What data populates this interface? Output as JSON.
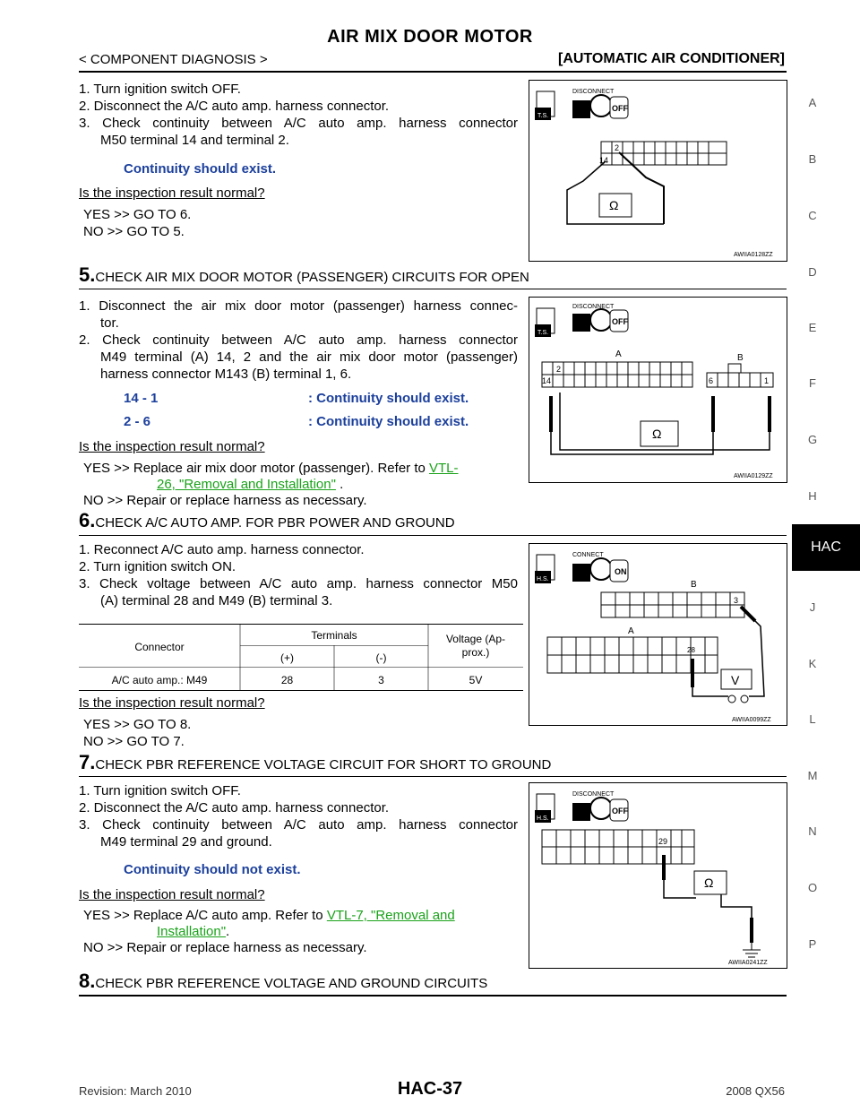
{
  "header": {
    "title": "AIR MIX DOOR MOTOR",
    "left": "< COMPONENT DIAGNOSIS >",
    "right": "[AUTOMATIC AIR CONDITIONER]"
  },
  "side_index": [
    "A",
    "B",
    "C",
    "D",
    "E",
    "F",
    "G",
    "H",
    "HAC",
    "J",
    "K",
    "L",
    "M",
    "N",
    "O",
    "P"
  ],
  "block1": {
    "steps": [
      "1. Turn ignition switch OFF.",
      "2. Disconnect the A/C auto amp. harness connector.",
      "3. Check continuity between A/C auto amp. harness connector",
      "M50 terminal 14 and terminal 2."
    ],
    "spec": "Continuity should exist.",
    "question": "Is the inspection result normal?",
    "yes": "YES   >> GO TO 6.",
    "no": "NO    >> GO TO 5.",
    "fig": {
      "switch": "OFF",
      "header": "DISCONNECT",
      "label_ts": "T.S.",
      "p1": "2",
      "p2": "14",
      "meter": "Ω",
      "caption": "AWIIA0128ZZ"
    }
  },
  "step5": {
    "num": "5.",
    "title": "CHECK AIR MIX DOOR MOTOR (PASSENGER) CIRCUITS FOR OPEN",
    "steps": [
      "1. Disconnect the air mix door motor (passenger) harness connec-",
      "tor.",
      "2. Check continuity between A/C auto amp. harness connector",
      "M49 terminal (A) 14, 2 and the air mix door motor (passenger)",
      "harness connector M143 (B) terminal 1, 6."
    ],
    "spec_rows": [
      {
        "pins": "14 - 1",
        "value": ": Continuity should exist."
      },
      {
        "pins": "2 - 6",
        "value": ": Continuity should exist."
      }
    ],
    "question": "Is the inspection result normal?",
    "yes_pre": "YES   >> Replace air mix door motor (passenger). Refer to ",
    "yes_link1": "VTL-",
    "yes_link2": "26, \"Removal and Installation\"",
    "yes_post": " .",
    "no": "NO    >> Repair or replace harness as necessary.",
    "fig": {
      "switch": "OFF",
      "header": "DISCONNECT",
      "label_ts": "T.S.",
      "conn_a": "A",
      "conn_b": "B",
      "pa1": "2",
      "pa2": "14",
      "pb1": "6",
      "pb2": "1",
      "meter": "Ω",
      "caption": "AWIIA0129ZZ"
    }
  },
  "step6": {
    "num": "6.",
    "title": "CHECK A/C AUTO AMP. FOR PBR POWER AND GROUND",
    "steps": [
      "1. Reconnect A/C auto amp. harness connector.",
      "2. Turn ignition switch ON.",
      "3. Check voltage between A/C auto amp. harness connector M50",
      "(A) terminal 28 and M49 (B) terminal 3."
    ],
    "table": {
      "col_connector": "Connector",
      "col_terminals": "Terminals",
      "col_plus": "(+)",
      "col_minus": "(-)",
      "col_voltage": "Voltage (Ap-\nprox.)",
      "row": {
        "connector": "A/C auto amp.: M49",
        "plus": "28",
        "minus": "3",
        "voltage": "5V"
      }
    },
    "question": "Is the inspection result normal?",
    "yes": "YES   >> GO TO 8.",
    "no": "NO    >> GO TO 7.",
    "fig": {
      "switch": "ON",
      "header": "CONNECT",
      "label_hs": "H.S.",
      "conn_a": "A",
      "conn_b": "B",
      "pb": "3",
      "pa": "28",
      "meter": "V",
      "caption": "AWIIA0099ZZ"
    }
  },
  "step7": {
    "num": "7.",
    "title": "CHECK PBR REFERENCE VOLTAGE CIRCUIT FOR SHORT TO GROUND",
    "steps": [
      "1. Turn ignition switch OFF.",
      "2. Disconnect the A/C auto amp. harness connector.",
      "3. Check continuity between A/C auto amp. harness connector",
      "M49 terminal 29 and ground."
    ],
    "spec": "Continuity should not exist.",
    "question": "Is the inspection result normal?",
    "yes_pre": "YES   >> Replace A/C auto amp. Refer to ",
    "yes_link1": "VTL-7, \"Removal and",
    "yes_link2": "Installation\"",
    "yes_post": ".",
    "no": "NO    >> Repair or replace harness as necessary.",
    "fig": {
      "switch": "OFF",
      "header": "DISCONNECT",
      "label_hs": "H.S.",
      "p": "29",
      "meter": "Ω",
      "caption": "AWIIA0241ZZ"
    }
  },
  "step8": {
    "num": "8.",
    "title": "CHECK PBR REFERENCE VOLTAGE AND GROUND CIRCUITS"
  },
  "footer": {
    "left": "Revision: March 2010",
    "center": "HAC-37",
    "right": "2008 QX56"
  }
}
